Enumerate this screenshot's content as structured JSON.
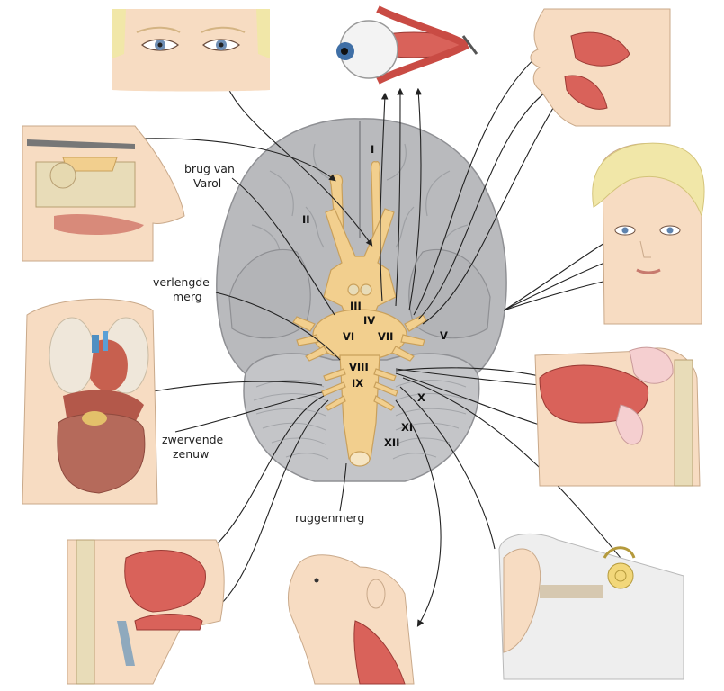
{
  "labels": {
    "pons": "brug van\nVarol",
    "medulla": "verlengde\nmerg",
    "vagus": "zwervende\nzenuw",
    "spinal_cord": "ruggenmerg"
  },
  "cranial_nerves": [
    "I",
    "II",
    "III",
    "IV",
    "V",
    "VI",
    "VII",
    "VIII",
    "IX",
    "X",
    "XI",
    "XII"
  ],
  "colors": {
    "brain": "#b9babd",
    "brain_dark": "#8f9094",
    "nerve": "#f2cf8e",
    "nerve_dark": "#c9a05b",
    "skin": "#f7dcc2",
    "muscle": "#d9625a",
    "organ": "#c7604f",
    "hair": "#f1e7a8",
    "bone": "#e8dcb8"
  },
  "icons": [
    "eye-icon",
    "eyeball-muscles-icon",
    "face-muscles-icon",
    "nose-section-icon",
    "child-face-icon",
    "thorax-organs-icon",
    "mouth-section-icon",
    "neck-muscles-icon",
    "ear-section-icon",
    "tongue-section-icon"
  ]
}
